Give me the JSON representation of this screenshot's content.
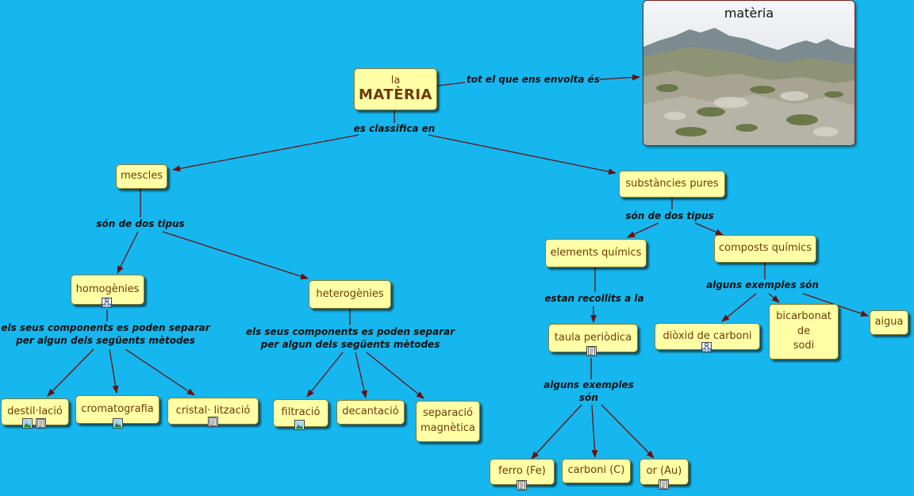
{
  "root": {
    "line1": "la",
    "line2": "MATÈRIA"
  },
  "nodes": {
    "mescles": "mescles",
    "substancies": "substàncies pures",
    "homogenies": "homogènies",
    "heterogenies": "heterogènies",
    "elements": "elements químics",
    "composts": "composts químics",
    "taula": "taula periòdica",
    "dioxid": "diòxid de carboni",
    "bicarbonat": "bicarbonat\nde\nsodi",
    "aigua": "aigua",
    "destil": "destil·lació",
    "cromat": "cromatografia",
    "cristal": "cristal· lització",
    "filtracio": "filtració",
    "decantacio": "decantació",
    "separacio": "separació\nmagnètica",
    "ferro": "ferro (Fe)",
    "carboni": "carboni (C)",
    "or": "or (Au)"
  },
  "links": {
    "envolta": "tot el que ens envolta és",
    "classifica": "es classifica en",
    "dos_tipus_1": "són de dos tipus",
    "dos_tipus_2": "són de dos tipus",
    "components_1": "els seus components es poden separar\nper algun dels següents mètodes",
    "components_2": "els seus components es poden separar\nper algun dels següents mètodes",
    "recollits": "estan recollits a la",
    "exemples_1": "alguns exemples són",
    "exemples_2": "alguns exemples\nsón"
  },
  "image_panel": {
    "title": "matèria"
  },
  "colors": {
    "background": "#15b7ee",
    "node_fill": "#ffffa6",
    "node_text": "#6e3b0c",
    "line": "#6b0f0f"
  },
  "icons": {
    "image": "image-icon",
    "document": "document-icon",
    "concept_map": "concept-map-icon"
  }
}
